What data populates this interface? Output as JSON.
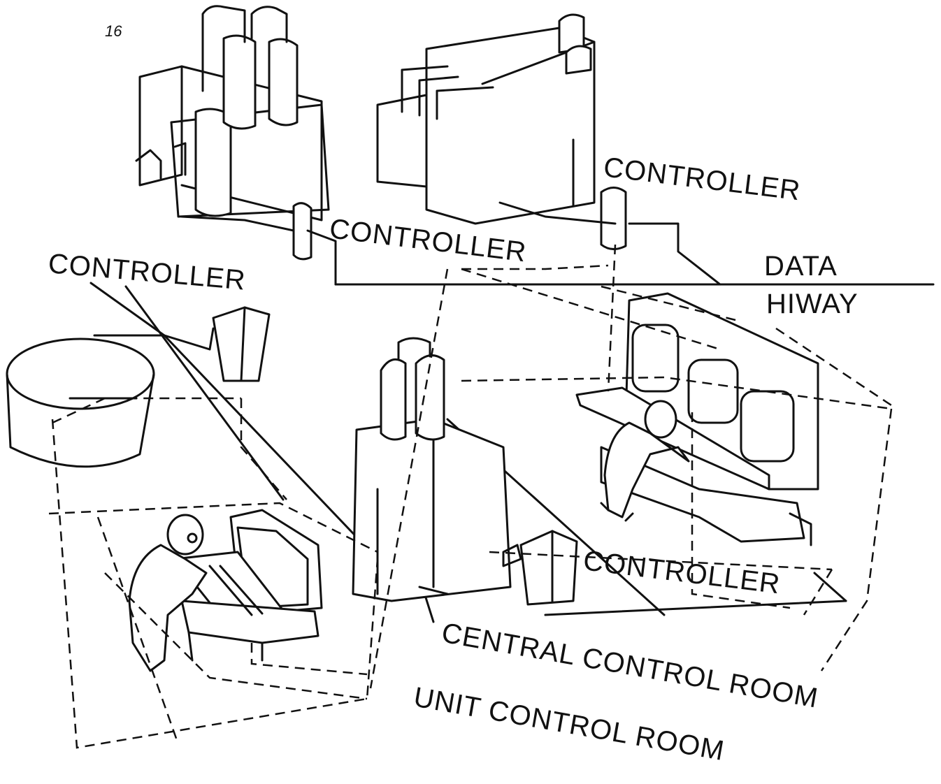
{
  "page_number": "16",
  "labels": {
    "controller_top_right": "CONTROLLER",
    "controller_top_center": "CONTROLLER",
    "controller_left": "CONTROLLER",
    "controller_bottom": "CONTROLLER",
    "data": "DATA",
    "hiway": "HIWAY",
    "central_control_room": "CENTRAL CONTROL ROOM",
    "unit_control_room": "UNIT CONTROL ROOM"
  }
}
